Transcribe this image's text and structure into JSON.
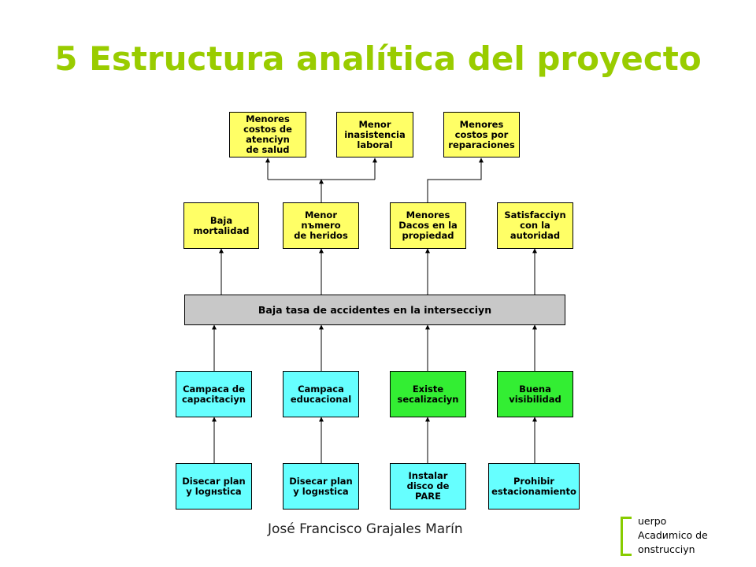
{
  "title": "5 Estructura analítica del proyecto",
  "footer": "José Francisco Grajales Marín",
  "logo": {
    "lines": [
      "uerpo",
      "Acadиmico de",
      "onstrucciyn"
    ]
  },
  "colors": {
    "title": "#99cc00",
    "ends": "#ffff66",
    "purpose": "#c8c8c8",
    "components_cyan": "#66ffff",
    "components_green": "#33ee33",
    "activities": "#66ffff"
  },
  "nodes": {
    "fin_costos_atencion": "Menores\ncostos de\natenciyn\nde salud",
    "fin_inasistencia": "Menor\ninasistencia\nlaboral",
    "fin_costos_reparaciones": "Menores\ncostos por\nreparaciones",
    "med_mortalidad": "Baja\nmortalidad",
    "med_heridos": "Menor\nnъmero\nde heridos",
    "med_danos": "Menores\nDacos en la\npropiedad",
    "med_satisfaccion": "Satisfacciyn\ncon la\nautoridad",
    "proposito": "Baja tasa de accidentes en la intersecciyn",
    "comp_capacitacion": "Campaca de\ncapacitaciyn",
    "comp_educacional": "Campaca\neducacional",
    "comp_senalizacion": "Existe\nsecalizaciyn",
    "comp_visibilidad": "Buena\nvisibilidad",
    "act_plan_1": "Disecar plan\ny logнstica",
    "act_plan_2": "Disecar plan\ny logнstica",
    "act_pare": "Instalar\ndisco de\nPARE",
    "act_prohibir": "Prohibir\nestacionamiento"
  }
}
